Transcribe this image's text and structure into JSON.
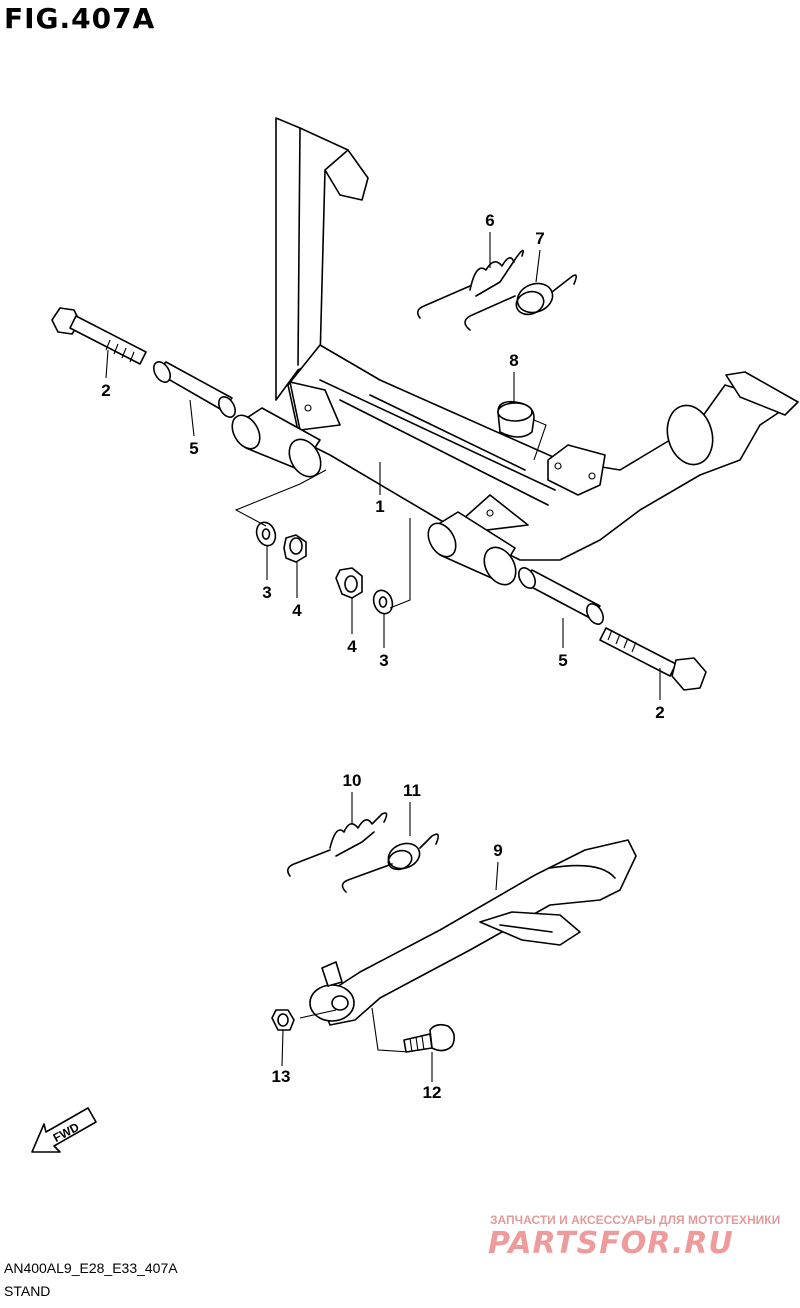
{
  "figure": {
    "title": "FIG.407A",
    "code": "AN400AL9_E28_E33_407A",
    "caption": "STAND"
  },
  "callouts": {
    "c1": "1",
    "c2a": "2",
    "c2b": "2",
    "c3a": "3",
    "c3b": "3",
    "c4a": "4",
    "c4b": "4",
    "c5a": "5",
    "c5b": "5",
    "c6": "6",
    "c7": "7",
    "c8": "8",
    "c9": "9",
    "c10": "10",
    "c11": "11",
    "c12": "12",
    "c13": "13"
  },
  "fwd_label": "FWD",
  "watermark": {
    "tagline": "ЗАПЧАСТИ И АКСЕССУАРЫ ДЛЯ МОТОТЕХНИКИ",
    "brand": "PARTSFOR.RU"
  },
  "colors": {
    "line": "#000000",
    "watermark": "#ee9b9b"
  }
}
